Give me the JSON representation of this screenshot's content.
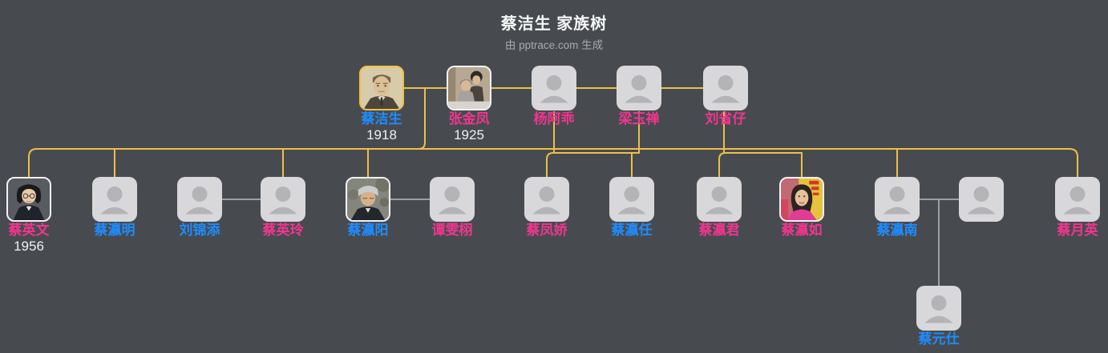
{
  "header": {
    "title": "蔡洁生 家族树",
    "subtitle": "由 pptrace.com 生成"
  },
  "colors": {
    "background": "#474b50",
    "male_name": "#1e8cff",
    "female_name": "#f2358f",
    "bloodline_connector": "#edbf4a",
    "spouse_connector": "#9aa0a5",
    "selected_photo_border": "#efc042",
    "photo_border": "#f2f2f2",
    "placeholder_avatar": "#d8d8da"
  },
  "people": {
    "cai_jiesheng": {
      "name": "蔡洁生",
      "year": "1918"
    },
    "zhang_jinfeng": {
      "name": "张金凤",
      "year": "1925"
    },
    "yang_aguai": {
      "name": "杨阿乖"
    },
    "liang_yuchan": {
      "name": "梁玉禅"
    },
    "liu_shengzai": {
      "name": "刘省仔"
    },
    "cai_yingwen": {
      "name": "蔡英文",
      "year": "1956"
    },
    "cai_yingming": {
      "name": "蔡瀛明"
    },
    "liu_jintian": {
      "name": "刘锦添"
    },
    "cai_yingling": {
      "name": "蔡英玲"
    },
    "cai_yingyang": {
      "name": "蔡瀛阳"
    },
    "tan_wenxu": {
      "name": "谭雯栩"
    },
    "cai_fengjiao": {
      "name": "蔡凤娇"
    },
    "cai_yingren": {
      "name": "蔡瀛任"
    },
    "cai_yingjun": {
      "name": "蔡瀛君"
    },
    "cai_yingru": {
      "name": "蔡瀛如"
    },
    "cai_yingnan": {
      "name": "蔡瀛南"
    },
    "spouse_unnamed": {
      "name": ""
    },
    "cai_yueying": {
      "name": "蔡月英"
    },
    "cai_yuanshi": {
      "name": "蔡元仕"
    }
  }
}
